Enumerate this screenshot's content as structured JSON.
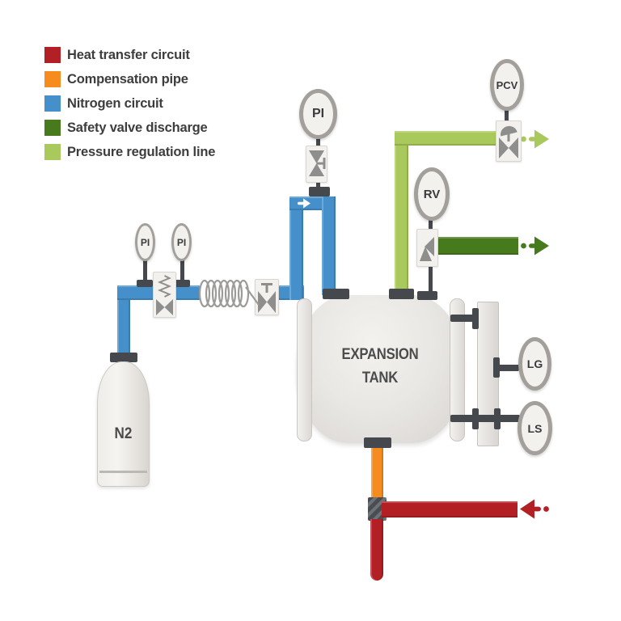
{
  "theme": {
    "heat": "#b21f24",
    "compensation": "#f78c1e",
    "nitrogen": "#4590cb",
    "safety": "#47791d",
    "regulation": "#a9c95c",
    "fitting": "#45494e",
    "valve-gray": "#8e8e8c",
    "gauge-border": "#a39f9b",
    "gauge-fill": "#f3f1ee",
    "panel": "#f3f1ee"
  },
  "legend": {
    "items": [
      {
        "label": "Heat transfer circuit",
        "color": "#b21f24"
      },
      {
        "label": "Compensation pipe",
        "color": "#f78c1e"
      },
      {
        "label": "Nitrogen circuit",
        "color": "#4590cb"
      },
      {
        "label": "Safety valve discharge",
        "color": "#47791d"
      },
      {
        "label": "Pressure regulation line",
        "color": "#a9c95c"
      }
    ]
  },
  "diagram": {
    "gauges": {
      "pi_supply_1": "PI",
      "pi_supply_2": "PI",
      "pi_line": "PI",
      "pcv": "PCV",
      "rv": "RV",
      "lg": "LG",
      "ls": "LS"
    },
    "labels": {
      "tank_line1": "EXPANSION",
      "tank_line2": "TANK",
      "cylinder": "N2"
    }
  }
}
